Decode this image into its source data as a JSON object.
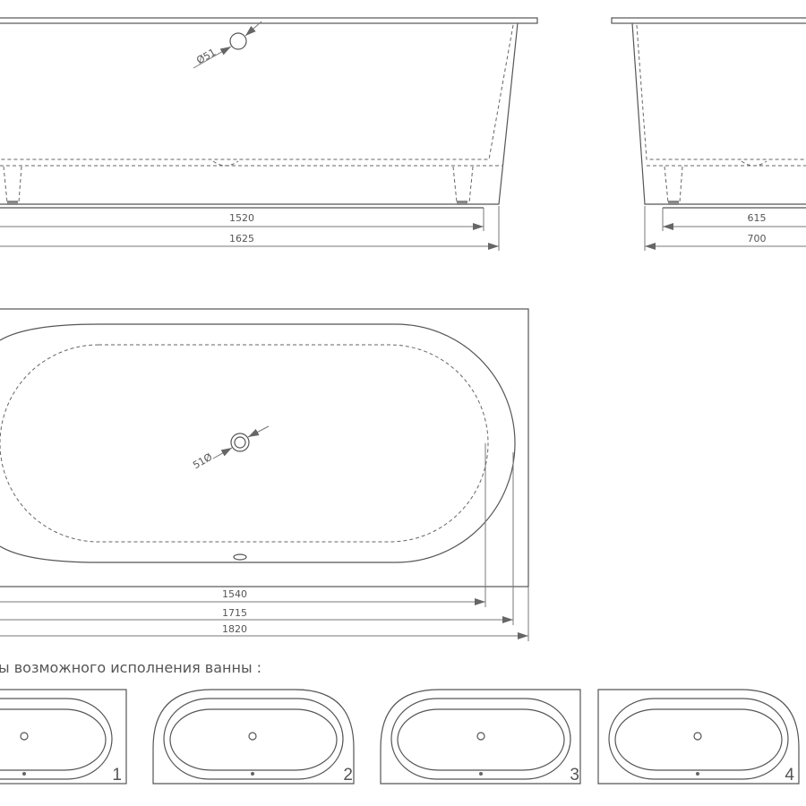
{
  "side_view": {
    "drain_label": "Ø51",
    "dim_inner": "1520",
    "dim_outer": "1625"
  },
  "end_view": {
    "dim_inner": "615",
    "dim_outer": "700"
  },
  "top_view": {
    "drain_label": "51Ø",
    "dim_inner": "1540",
    "dim_middle": "1715",
    "dim_outer": "1820"
  },
  "variants": {
    "caption": "ы возможного исполнения ванны :",
    "items": [
      {
        "number": "1"
      },
      {
        "number": "2"
      },
      {
        "number": "3"
      },
      {
        "number": "4"
      }
    ]
  },
  "colors": {
    "line": "#555555"
  }
}
